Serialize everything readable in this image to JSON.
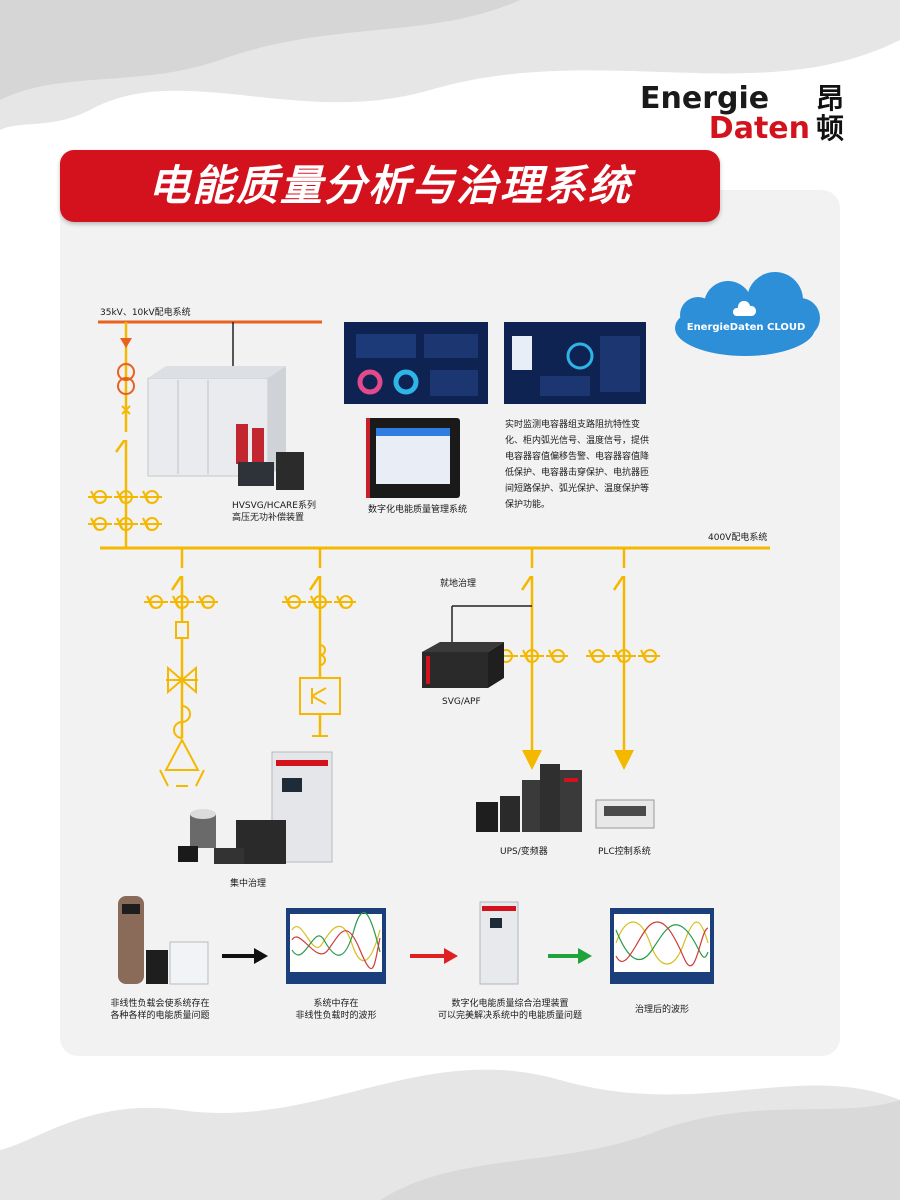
{
  "brand": {
    "name_en_line1": "Energie",
    "name_en_line2": "Daten",
    "name_cn": "昂顿",
    "accent": "#d3121e"
  },
  "title": "电能质量分析与治理系统",
  "cloud_label": "EnergieDaten CLOUD",
  "labels": {
    "hv_bus": "35kV、10kV配电系统",
    "lv_bus": "400V配电系统",
    "hvsvg": "HVSVG/HCARE系列",
    "hvsvg_sub": "高压无功补偿装置",
    "mgmt_system": "数字化电能质量管理系统",
    "local": "就地治理",
    "svg_apf": "SVG/APF",
    "ups": "UPS/变频器",
    "plc": "PLC控制系统",
    "central": "集中治理"
  },
  "monitor_desc": "实时监测电容器组支路阻抗特性变化、柜内弧光信号、温度信号，提供电容器容值偏移告警、电容器容值降低保护、电容器击穿保护、电抗器匝间短路保护、弧光保护、温度保护等保护功能。",
  "flow": [
    {
      "line1": "非线性负载会使系统存在",
      "line2": "各种各样的电能质量问题"
    },
    {
      "line1": "系统中存在",
      "line2": "非线性负载时的波形"
    },
    {
      "line1": "数字化电能质量综合治理装置",
      "line2": "可以完美解决系统中的电能质量问题"
    },
    {
      "line1": "治理后的波形",
      "line2": ""
    }
  ],
  "colors": {
    "bus_hv": "#e8611e",
    "bus_lv": "#f5b800",
    "panel": "#f2f2f2",
    "arrow1": "#111111",
    "arrow2": "#e02020",
    "arrow3": "#1fa33a"
  },
  "icons": [
    "cloud-icon",
    "ct-icon",
    "switch-icon",
    "fuse-icon",
    "thyristor-icon",
    "reactor-icon",
    "capacitor-icon",
    "igbt-icon",
    "arrow-icon"
  ]
}
